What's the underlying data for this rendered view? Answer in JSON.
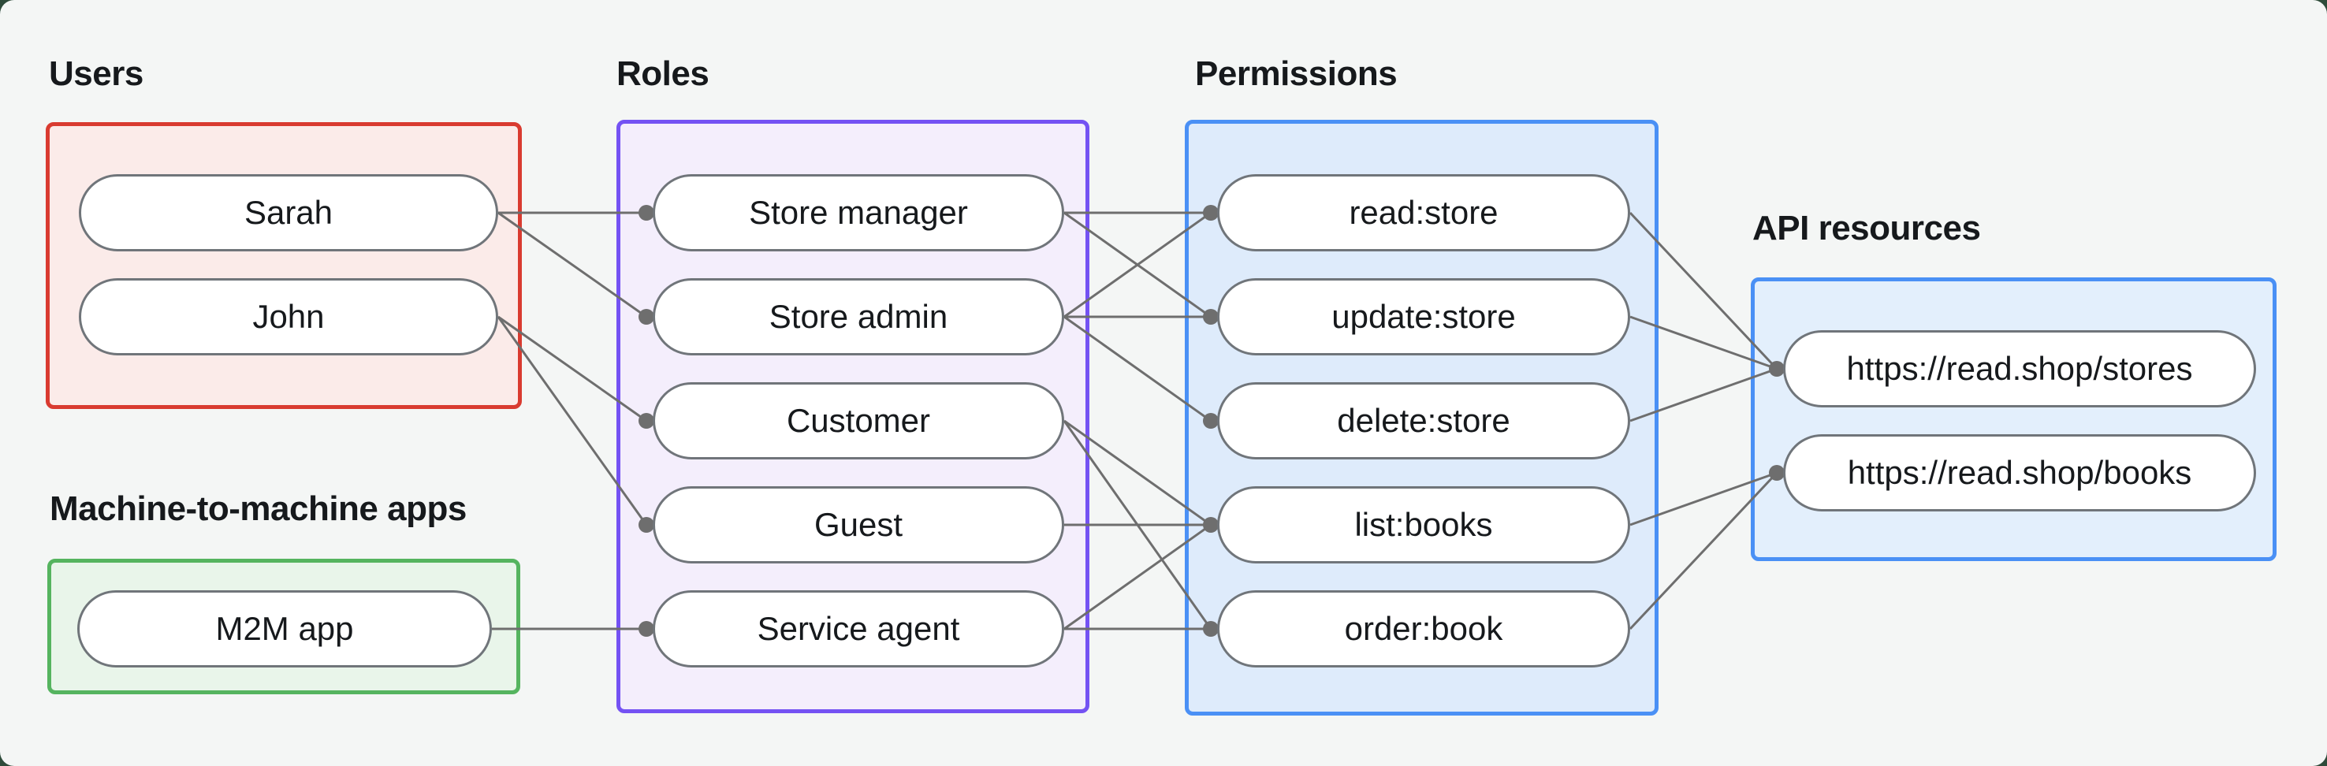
{
  "page": {
    "background": "#2e4b3a",
    "canvas_background": "#f4f6f5"
  },
  "style": {
    "edge_color": "#6e6e6e",
    "edge_width": 3,
    "dot_radius": 10,
    "node_border_color": "#70757a",
    "node_fill": "#ffffff",
    "text_color": "#16191c"
  },
  "groups": {
    "users": {
      "label": "Users",
      "border": "#d93b30",
      "fill": "#fbebe9",
      "nodes": {
        "sarah": "Sarah",
        "john": "John"
      }
    },
    "m2m": {
      "label": "Machine-to-machine apps",
      "border": "#55b45f",
      "fill": "#e9f5ea",
      "nodes": {
        "m2m_app": "M2M app"
      }
    },
    "roles": {
      "label": "Roles",
      "border": "#7452f3",
      "fill": "#f4eefc",
      "nodes": {
        "store_manager": "Store manager",
        "store_admin": "Store admin",
        "customer": "Customer",
        "guest": "Guest",
        "service_agent": "Service agent"
      }
    },
    "permissions": {
      "label": "Permissions",
      "border": "#4a90f5",
      "fill": "#deebfb",
      "nodes": {
        "read_store": "read:store",
        "update_store": "update:store",
        "delete_store": "delete:store",
        "list_books": "list:books",
        "order_book": "order:book"
      }
    },
    "api": {
      "label": "API resources",
      "border": "#4a90f5",
      "fill": "#e3effc",
      "nodes": {
        "stores": "https://read.shop/stores",
        "books": "https://read.shop/books"
      }
    }
  },
  "edges": [
    {
      "from": "sarah",
      "to": "store_manager"
    },
    {
      "from": "sarah",
      "to": "store_admin"
    },
    {
      "from": "john",
      "to": "customer"
    },
    {
      "from": "john",
      "to": "guest"
    },
    {
      "from": "m2m_app",
      "to": "service_agent"
    },
    {
      "from": "store_manager",
      "to": "read_store"
    },
    {
      "from": "store_manager",
      "to": "update_store"
    },
    {
      "from": "store_admin",
      "to": "read_store"
    },
    {
      "from": "store_admin",
      "to": "update_store"
    },
    {
      "from": "store_admin",
      "to": "delete_store"
    },
    {
      "from": "customer",
      "to": "list_books"
    },
    {
      "from": "customer",
      "to": "order_book"
    },
    {
      "from": "guest",
      "to": "list_books"
    },
    {
      "from": "service_agent",
      "to": "list_books"
    },
    {
      "from": "service_agent",
      "to": "order_book"
    },
    {
      "from": "read_store",
      "to": "stores"
    },
    {
      "from": "update_store",
      "to": "stores"
    },
    {
      "from": "delete_store",
      "to": "stores"
    },
    {
      "from": "list_books",
      "to": "books"
    },
    {
      "from": "order_book",
      "to": "books"
    }
  ]
}
